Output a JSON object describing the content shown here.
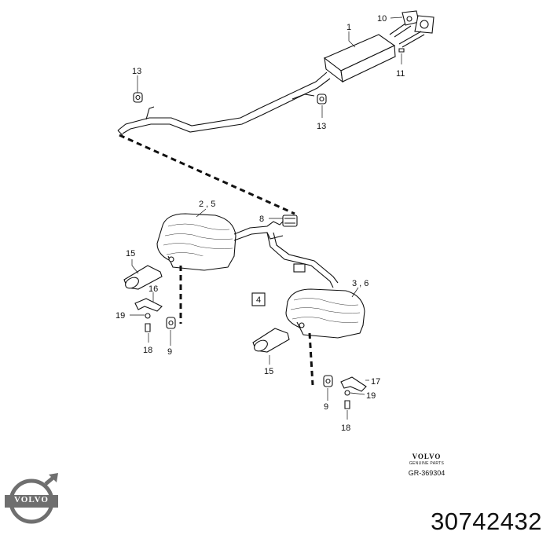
{
  "callouts": {
    "c1": "1",
    "c10": "10",
    "c11": "11",
    "c13a": "13",
    "c13b": "13",
    "c25": "2 , 5",
    "c8": "8",
    "c15a": "15",
    "c16": "16",
    "c19a": "19",
    "c18a": "18",
    "c9a": "9",
    "c4": "4",
    "c36": "3 , 6",
    "c15b": "15",
    "c17": "17",
    "c19b": "19",
    "c9b": "9",
    "c18b": "18"
  },
  "brand": {
    "wordmark": "VOLVO",
    "subtitle": "GENUINE PARTS",
    "diagram_code": "GR-369304",
    "logo_wordmark": "VOLVO",
    "logo_color": "#6f6f6f"
  },
  "part_number": "30742432"
}
